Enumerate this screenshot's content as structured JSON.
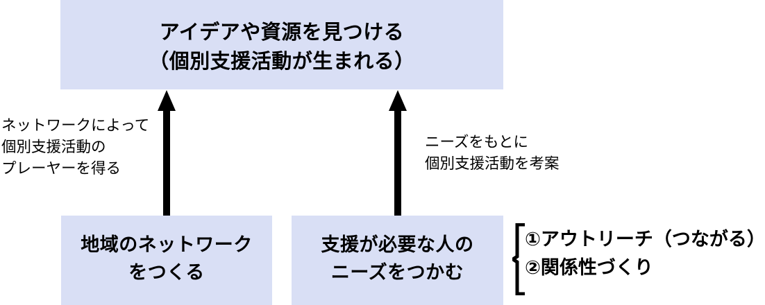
{
  "diagram": {
    "title_alt": "個別支援活動が生まれるプロセス図",
    "colors": {
      "box_fill": "#d9dff5",
      "text": "#000000",
      "arrow": "#000000",
      "background": "#ffffff"
    },
    "boxes": {
      "outcome": {
        "lines": [
          "アイデアや資源を見つける",
          "（個別支援活動が生まれる）"
        ]
      },
      "network": {
        "lines": [
          "地域のネットワーク",
          "をつくる"
        ]
      },
      "needs": {
        "lines": [
          "支援が必要な人の",
          "ニーズをつかむ"
        ]
      }
    },
    "annotations": {
      "network_effect": {
        "lines": [
          "ネットワークによって",
          "個別支援活動の",
          "プレーヤーを得る"
        ]
      },
      "needs_based": {
        "lines": [
          "ニーズをもとに",
          "個別支援活動を考案"
        ]
      }
    },
    "bracket_list": {
      "items": [
        "①アウトリーチ（つながる）",
        "②関係性づくり"
      ]
    },
    "arrows": [
      {
        "name": "arrow-network-to-outcome",
        "direction": "up"
      },
      {
        "name": "arrow-needs-to-outcome",
        "direction": "up"
      }
    ]
  }
}
